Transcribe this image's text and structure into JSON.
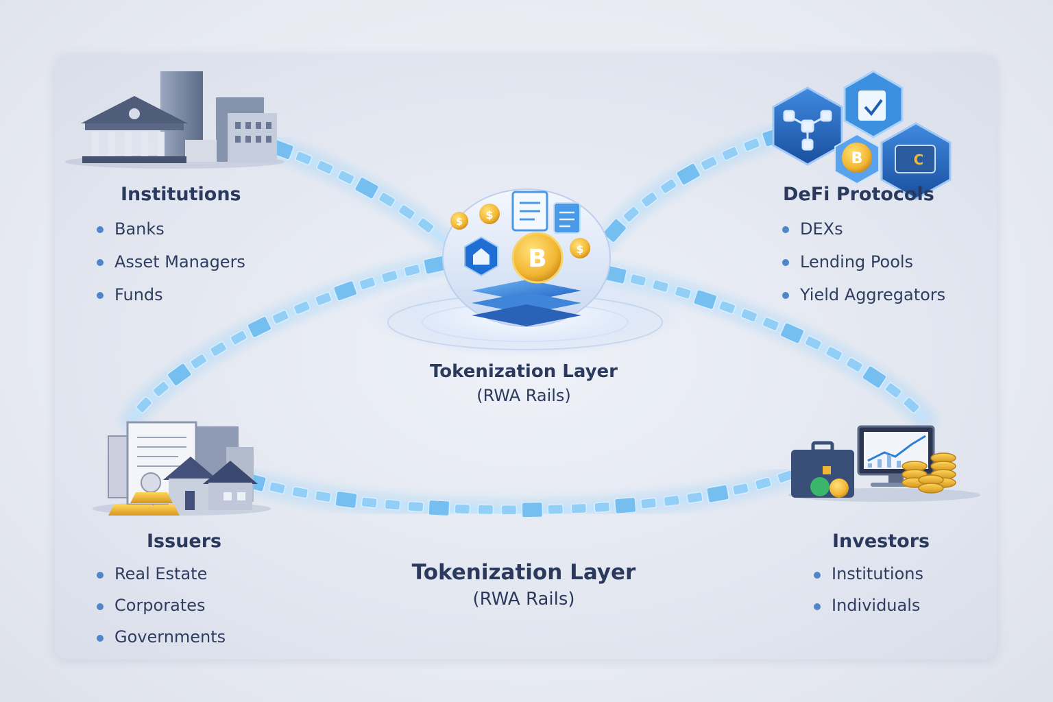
{
  "institutions": {
    "title": "Institutions",
    "items": [
      "Banks",
      "Asset Managers",
      "Funds"
    ]
  },
  "defi": {
    "title": "DeFi Protocols",
    "items": [
      "DEXs",
      "Lending Pools",
      "Yield Aggregators"
    ]
  },
  "issuers": {
    "title": "Issuers",
    "items": [
      "Real Estate",
      "Corporates",
      "Governments"
    ]
  },
  "investors": {
    "title": "Investors",
    "items": [
      "Institutions",
      "Individuals"
    ]
  },
  "hub_label": {
    "title": "Tokenization Layer",
    "subtitle": "(RWA Rails)"
  },
  "bottom_label": {
    "title": "Tokenization Layer",
    "subtitle": "(RWA Rails)"
  },
  "icons": {
    "institutions": "bank-buildings-icon",
    "defi": "hexagon-protocol-icons",
    "issuers": "property-gold-certificate-icon",
    "investors": "briefcase-chart-coins-icon",
    "hub": "token-platform-icon",
    "rail_segment": "chain-block-icon"
  },
  "colors": {
    "title": "#2b3a5c",
    "text": "#2e3d60",
    "bullet": "#4f86c9",
    "rail": "#7cc1ef",
    "coin": "#f2b632",
    "hex": "#1f5fb0"
  }
}
